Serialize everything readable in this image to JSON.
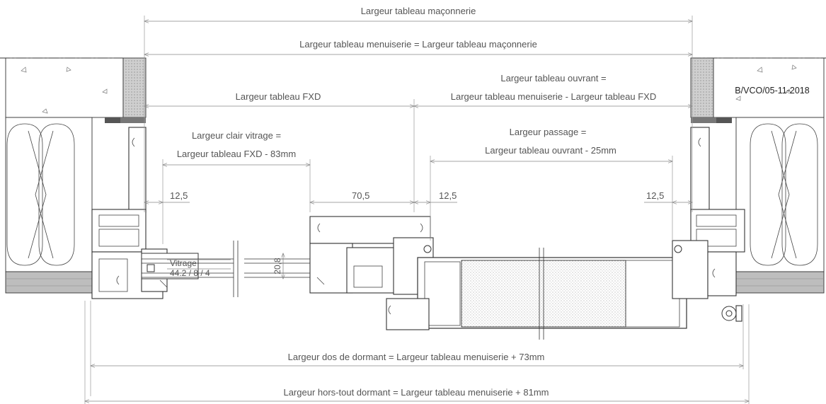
{
  "labels": {
    "masonry_width": "Largeur tableau maçonnerie",
    "joinery_width": "Largeur tableau menuiserie = Largeur tableau maçonnerie",
    "fxd_width": "Largeur tableau FXD",
    "opening_width_line1": "Largeur tableau ouvrant =",
    "opening_width_line2": "Largeur tableau menuiserie - Largeur tableau FXD",
    "clear_glazing_line1": "Largeur clair vitrage =",
    "clear_glazing_line2": "Largeur tableau FXD - 83mm",
    "passage_line1": "Largeur passage =",
    "passage_line2": "Largeur tableau ouvrant - 25mm",
    "dim_left": "12,5",
    "dim_mid": "70,5",
    "dim_pass_left": "12,5",
    "dim_right": "12,5",
    "glazing_name": "Vitrage",
    "glazing_spec": "44.2 / 8 / 4",
    "glazing_thickness": "20,8",
    "frame_back": "Largeur dos de dormant = Largeur tableau menuiserie + 73mm",
    "frame_overall": "Largeur hors-tout dormant = Largeur tableau menuiserie + 81mm",
    "reference": "B/VCO/05-11-2018"
  }
}
